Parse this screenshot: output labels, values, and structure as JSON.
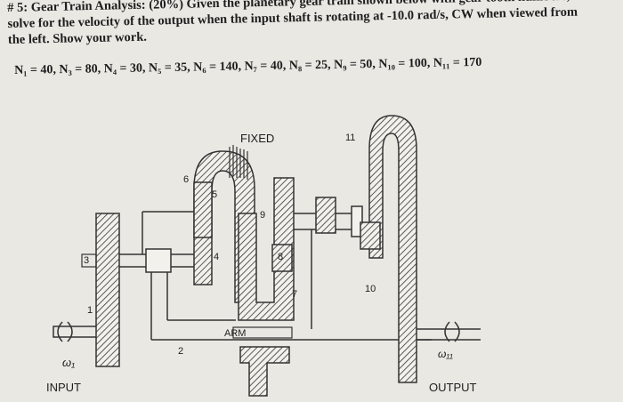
{
  "problem": {
    "number": "# 5:",
    "title": "Gear Train Analysis:",
    "weight": "(20%)",
    "line1_rest": "Given the planetary gear train shown below with gear tooth numbers,",
    "line2": "solve for the velocity of the output when the input shaft is rotating at -10.0 rad/s, CW when viewed from",
    "line3": "the left.  Show your work.",
    "teeth": "N₁ = 40, N₃ = 80, N₄ = 30, N₅ = 35, N₆ = 140, N₇ = 40, N₈ = 25, N₉ = 50, N₁₀ = 100, N₁₁ = 170"
  },
  "diagram": {
    "fixed_label": "FIXED",
    "arm_label": "ARM",
    "input_label": "INPUT",
    "output_label": "OUTPUT",
    "omega_in": "ω₁",
    "omega_out": "ω₁₁",
    "gear_labels": {
      "g1": "1",
      "g2": "2",
      "g3": "3",
      "g4": "4",
      "g5": "5",
      "g6": "6",
      "g7": "7",
      "g8": "8",
      "g9": "9",
      "g10": "10",
      "g11": "11"
    }
  }
}
